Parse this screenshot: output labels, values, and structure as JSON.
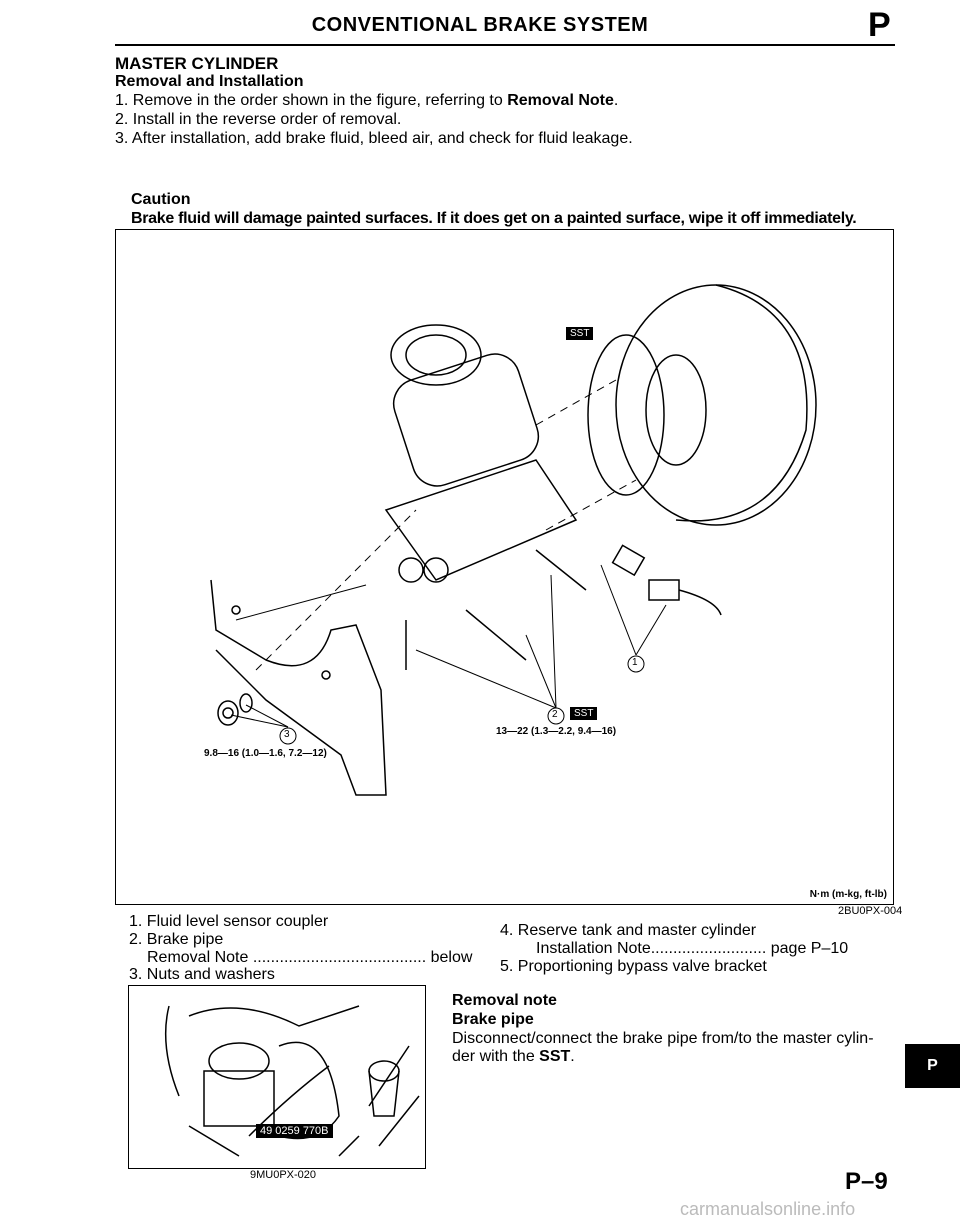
{
  "header": {
    "title": "CONVENTIONAL BRAKE SYSTEM",
    "section_letter": "P"
  },
  "section": {
    "title": "MASTER CYLINDER",
    "subtitle": "Removal and Installation",
    "steps": [
      "1. Remove in the order shown in the figure, referring to ",
      "2. Install in the reverse order of removal.",
      "3. After installation, add brake fluid, bleed air, and check for fluid leakage."
    ],
    "step1_bold": "Removal Note",
    "step1_end": "."
  },
  "caution": {
    "title": "Caution",
    "text": "Brake fluid will damage painted surfaces. If it does get on a painted surface, wipe it off immediately."
  },
  "figure1": {
    "sst_label": "SST",
    "callouts": [
      "1",
      "2",
      "3"
    ],
    "torque_2": "13—22 (1.3—2.2, 9.4—16)",
    "torque_3": "9.8—16 (1.0—1.6, 7.2—12)",
    "units": "N·m (m-kg, ft-lb)",
    "code": "2BU0PX-004"
  },
  "legend": {
    "left": [
      "1. Fluid level sensor coupler",
      "2. Brake pipe",
      "Removal Note ....................................... below",
      "3. Nuts and washers"
    ],
    "right": [
      "4. Reserve tank and master cylinder",
      "Installation Note.......................... page P–10",
      "5. Proportioning bypass valve bracket"
    ]
  },
  "figure2": {
    "tool_label": "49 0259 770B",
    "code": "9MU0PX-020"
  },
  "removal_note": {
    "title": "Removal note",
    "subtitle": "Brake pipe",
    "text": "Disconnect/connect the brake pipe from/to the master cylin-der with the ",
    "text_bold": "SST",
    "text_end": "."
  },
  "side_tab": "P",
  "page_number": "P–9",
  "watermark": "carmanualsonline.info"
}
